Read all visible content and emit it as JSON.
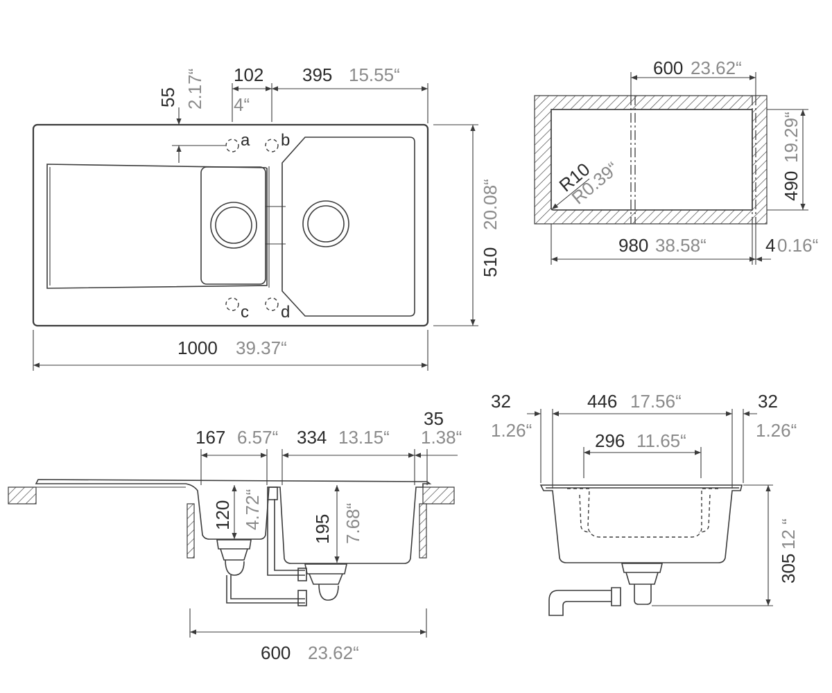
{
  "top_view": {
    "offset": {
      "mm": "55",
      "in": "2.17“"
    },
    "tap_spacing": {
      "mm": "102",
      "in": "4“"
    },
    "bowl_width": {
      "mm": "395",
      "in": "15.55“"
    },
    "total_width": {
      "mm": "1000",
      "in": "39.37“"
    },
    "depth": {
      "mm": "510",
      "in": "20.08“"
    },
    "tap_holes": [
      "a",
      "b",
      "c",
      "d"
    ]
  },
  "cutout": {
    "width": {
      "mm": "600",
      "in": "23.62“"
    },
    "depth": {
      "mm": "490",
      "in": "19.29“"
    },
    "radius": {
      "mm": "R10",
      "in": "R0.39“"
    },
    "length": {
      "mm": "980",
      "in": "38.58“"
    },
    "edge": {
      "mm": "4",
      "in": "0.16“"
    }
  },
  "section_side": {
    "small_bowl": {
      "mm": "167",
      "in": "6.57“"
    },
    "large_bowl": {
      "mm": "334",
      "in": "13.15“"
    },
    "rim": {
      "mm": "35",
      "in": "1.38“"
    },
    "small_depth": {
      "mm": "120",
      "in": "4.72“"
    },
    "large_depth": {
      "mm": "195",
      "in": "7.68“"
    },
    "cabinet": {
      "mm": "600",
      "in": "23.62“"
    }
  },
  "section_front": {
    "left_rim": {
      "mm": "32",
      "in": "1.26“"
    },
    "bowl_top": {
      "mm": "446",
      "in": "17.56“"
    },
    "right_rim": {
      "mm": "32",
      "in": "1.26“"
    },
    "bowl_bottom": {
      "mm": "296",
      "in": "11.65“"
    },
    "height": {
      "mm": "305",
      "in": "12 “"
    }
  }
}
